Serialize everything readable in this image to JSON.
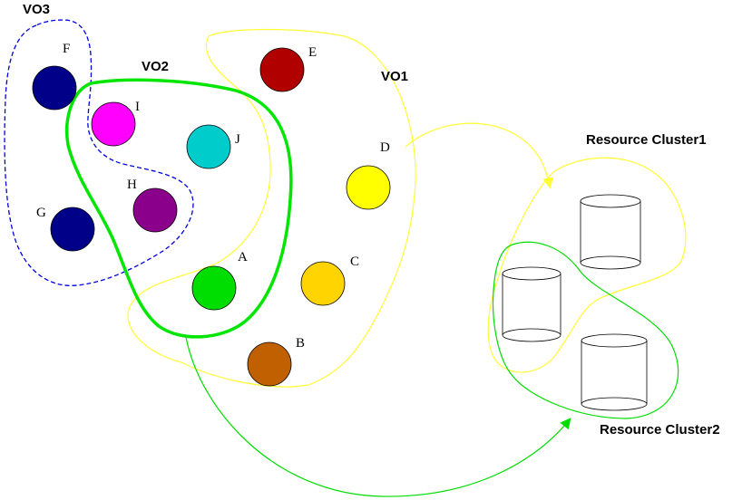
{
  "groups": {
    "vo1": {
      "label": "VO1",
      "color": "#ffff33"
    },
    "vo2": {
      "label": "VO2",
      "color": "#00e600"
    },
    "vo3": {
      "label": "VO3",
      "color": "#0000dd"
    }
  },
  "clusters": {
    "cluster1": {
      "label": "Resource Cluster1",
      "color": "#ffff33"
    },
    "cluster2": {
      "label": "Resource Cluster2",
      "color": "#00dd00"
    }
  },
  "nodes": [
    {
      "id": "a",
      "label": "A",
      "color": "#00dd00"
    },
    {
      "id": "b",
      "label": "B",
      "color": "#c06000"
    },
    {
      "id": "c",
      "label": "C",
      "color": "#ffd400"
    },
    {
      "id": "d",
      "label": "D",
      "color": "#ffff00"
    },
    {
      "id": "e",
      "label": "E",
      "color": "#b00000"
    },
    {
      "id": "f",
      "label": "F",
      "color": "#000088"
    },
    {
      "id": "g",
      "label": "G",
      "color": "#000088"
    },
    {
      "id": "h",
      "label": "H",
      "color": "#8b008b"
    },
    {
      "id": "i",
      "label": "I",
      "color": "#ff00ff"
    },
    {
      "id": "j",
      "label": "J",
      "color": "#00cccc"
    }
  ]
}
